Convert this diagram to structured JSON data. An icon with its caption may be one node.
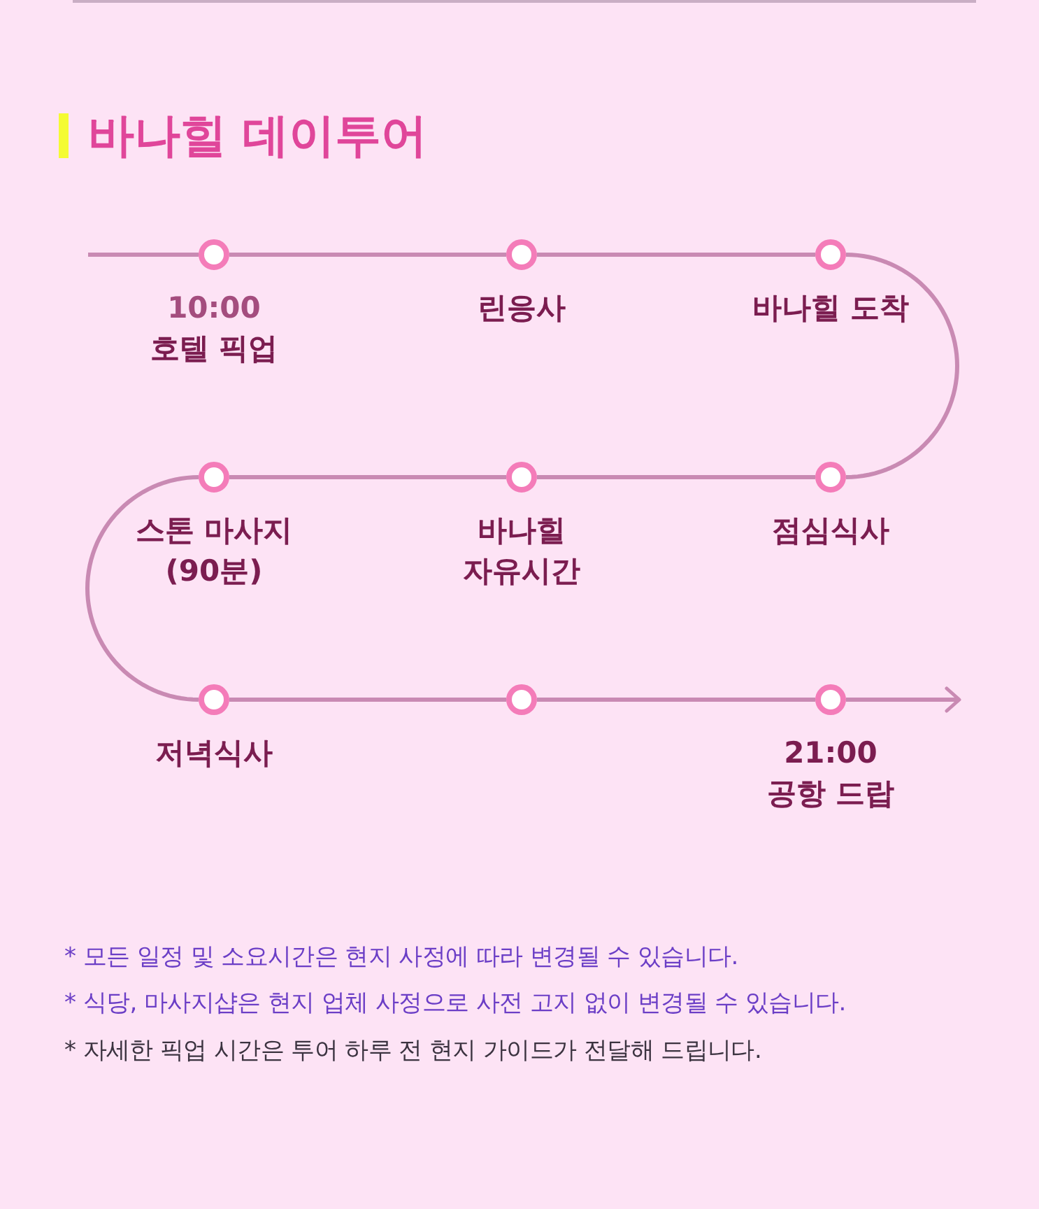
{
  "diagram": {
    "title": "바나힐 데이투어",
    "nodes": [
      {
        "text": [
          "10:00",
          "호텔 픽업"
        ]
      },
      {
        "text": [
          "린응사"
        ]
      },
      {
        "text": [
          "바나힐 도착"
        ]
      },
      {
        "text": [
          "점심식사"
        ]
      },
      {
        "text": [
          "바나힐 자유시간"
        ]
      },
      {
        "text": [
          "스톤 마사지 (90분)"
        ]
      },
      {
        "text": [
          "저녁식사"
        ]
      },
      {
        "text": [],
        "shape": "circle"
      },
      {
        "text": [
          "21:00",
          "공항 드랍"
        ]
      }
    ],
    "edges": [
      {
        "from": null,
        "to": 0,
        "arrow": "none"
      },
      {
        "from": 0,
        "to": 1,
        "arrow": "none"
      },
      {
        "from": 1,
        "to": 2,
        "arrow": "none"
      },
      {
        "from": 2,
        "to": 3,
        "arrow": "none"
      },
      {
        "from": 3,
        "to": 4,
        "arrow": "none"
      },
      {
        "from": 4,
        "to": 5,
        "arrow": "none"
      },
      {
        "from": 5,
        "to": 6,
        "arrow": "none"
      },
      {
        "from": 6,
        "to": 7,
        "arrow": "none"
      },
      {
        "from": 7,
        "to": 8,
        "arrow": "none"
      },
      {
        "from": 8,
        "to": null,
        "arrow": "to"
      }
    ],
    "labels": [
      "* 모든 일정 및 소요시간은 현지 사정에 따라 변경될 수 있습니다.",
      "* 식당, 마사지샵은 현지 업체 사정으로 사전 고지 없이 변경될 수 있습니다.",
      "* 자세한 픽업 시간은 투어 하루 전 현지 가이드가 전달해 드립니다."
    ]
  }
}
